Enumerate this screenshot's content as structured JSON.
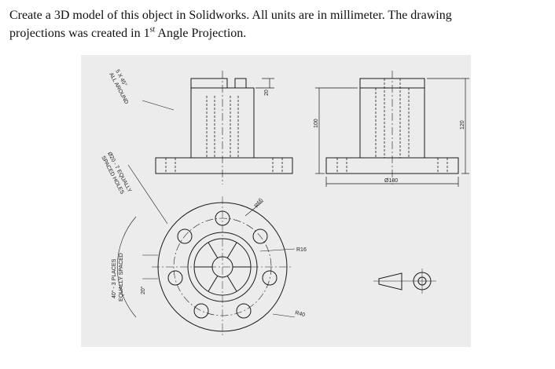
{
  "task": {
    "line1": "Create a 3D model of this object in Solidworks. All units are in millimeter. The drawing",
    "line2_prefix": "projections was created in 1",
    "line2_sup": "st",
    "line2_suffix": " Angle Projection."
  },
  "drawing": {
    "annotations": {
      "chamfer": "5 X 45°",
      "chamfer_note": "ALL AROUND",
      "holes": "Ø20 - 7 EQUALLY",
      "holes_note": "SPACED HOLES",
      "ribs": "40° - 3 PLACES",
      "ribs_note": "EQUALLY SPACED",
      "rib_angle": "20°",
      "dim_20": "20",
      "dim_100": "100",
      "dim_120": "120",
      "dim_dia180": "Ø180",
      "r66": "R66",
      "r16": "R16",
      "r40": "R40"
    },
    "projection_symbol": "first-angle-projection-symbol"
  }
}
